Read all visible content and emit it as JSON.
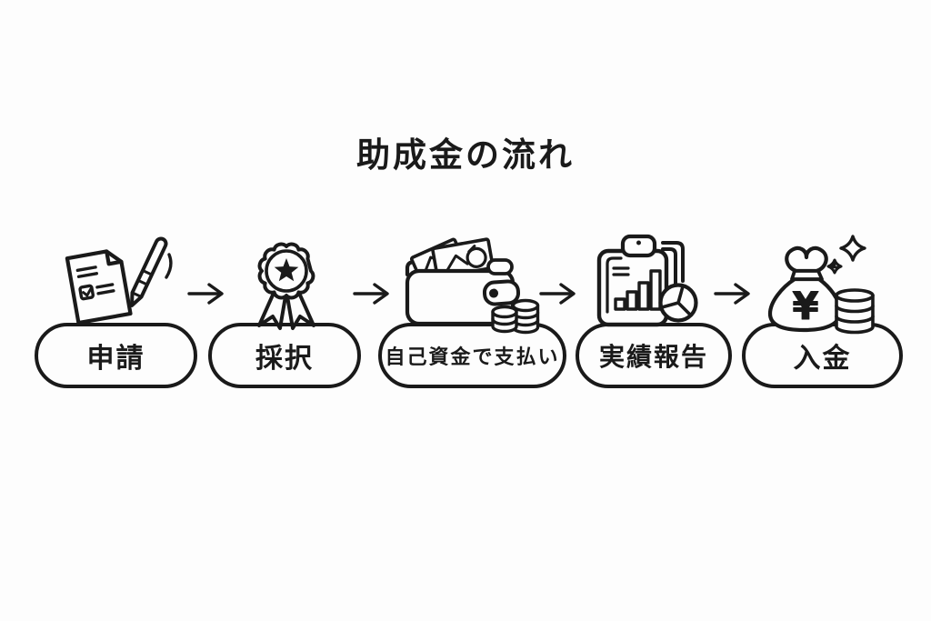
{
  "title": "助成金の流れ",
  "flow": {
    "steps": [
      {
        "label": "申請",
        "icon": "application-document-pen-icon"
      },
      {
        "label": "採択",
        "icon": "award-ribbon-icon"
      },
      {
        "label": "自己資金で支払い",
        "icon": "wallet-cash-coins-icon"
      },
      {
        "label": "実績報告",
        "icon": "report-clipboard-charts-icon"
      },
      {
        "label": "入金",
        "icon": "money-bag-coins-icon"
      }
    ],
    "connector_icon": "arrow-right-icon",
    "money_bag_currency_symbol": "¥"
  },
  "colors": {
    "ink": "#1a1a1a",
    "background": "#fdfdfd"
  }
}
